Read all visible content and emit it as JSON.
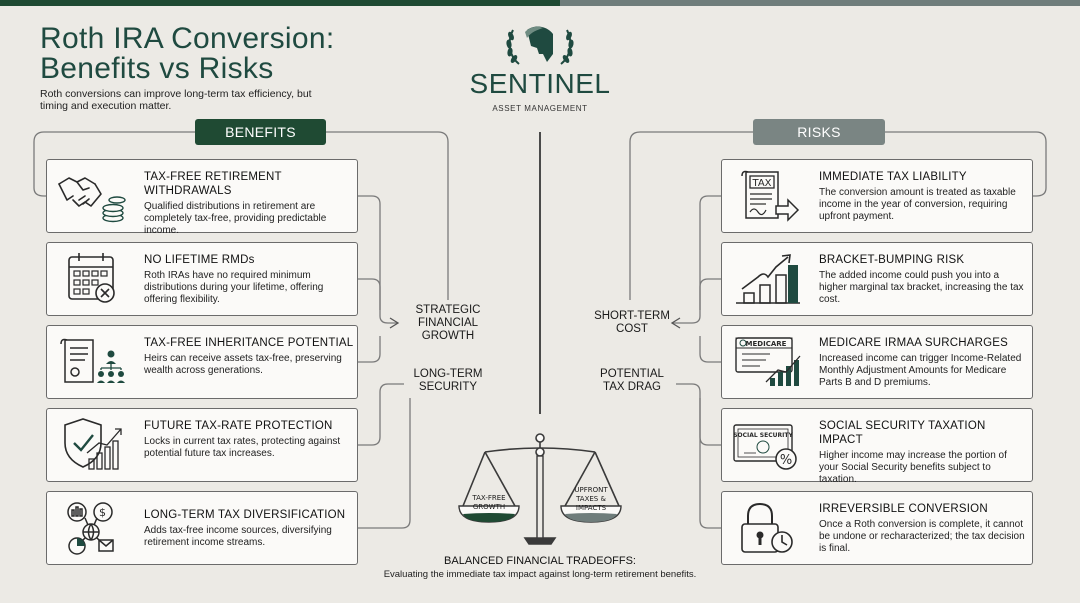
{
  "title_line1": "Roth IRA Conversion:",
  "title_line2": "Benefits vs Risks",
  "subtitle": "Roth conversions can improve long-term tax efficiency, but timing and execution matter.",
  "logo": {
    "name": "SENTINEL",
    "tagline": "ASSET MANAGEMENT"
  },
  "colors": {
    "accent_green": "#1f4a33",
    "risk_gray": "#7a8583",
    "background": "#eceae5"
  },
  "benefits": {
    "label": "BENEFITS",
    "items": [
      {
        "icon": "handshake-coins-icon",
        "heading": "TAX-FREE RETIREMENT WITHDRAWALS",
        "body": "Qualified distributions in retirement are completely tax-free, providing predictable income."
      },
      {
        "icon": "calendar-x-icon",
        "heading": "NO LIFETIME RMDs",
        "body": "Roth IRAs have no required minimum distributions during your lifetime, offering offering flexibility."
      },
      {
        "icon": "inheritance-tree-icon",
        "heading": "TAX-FREE INHERITANCE POTENTIAL",
        "body": "Heirs can receive assets tax-free, preserving wealth across generations."
      },
      {
        "icon": "shield-check-chart-icon",
        "heading": "FUTURE TAX-RATE PROTECTION",
        "body": "Locks in current tax rates, protecting against potential future tax increases."
      },
      {
        "icon": "diversification-icon",
        "heading": "LONG-TERM TAX DIVERSIFICATION",
        "body": "Adds tax-free income sources, diversifying retirement income streams."
      }
    ]
  },
  "risks": {
    "label": "RISKS",
    "items": [
      {
        "icon": "tax-document-icon",
        "heading": "IMMEDIATE TAX LIABILITY",
        "body": "The conversion amount is treated as taxable income in the year of conversion, requiring upfront payment."
      },
      {
        "icon": "bracket-bars-icon",
        "heading": "BRACKET-BUMPING RISK",
        "body": "The added income could push you into a higher marginal tax bracket, increasing the tax cost."
      },
      {
        "icon": "medicare-card-icon",
        "heading": "MEDICARE IRMAA SURCHARGES",
        "body": "Increased income can trigger Income-Related Monthly Adjustment Amounts for Medicare Parts B and D premiums."
      },
      {
        "icon": "social-security-card-icon",
        "heading": "SOCIAL SECURITY TAXATION IMPACT",
        "body": "Higher income may increase the portion of your Social Security benefits subject to taxation."
      },
      {
        "icon": "padlock-clock-icon",
        "heading": "IRREVERSIBLE CONVERSION",
        "body": "Once a Roth conversion is complete, it cannot be undone or recharacterized; the tax decision is final."
      }
    ]
  },
  "center_labels": {
    "strategic_line1": "STRATEGIC",
    "strategic_line2": "FINANCIAL",
    "strategic_line3": "GROWTH",
    "security_line1": "LONG-TERM",
    "security_line2": "SECURITY",
    "shortterm_line1": "SHORT-TERM",
    "shortterm_line2": "COST",
    "drag_line1": "POTENTIAL",
    "drag_line2": "TAX DRAG"
  },
  "scale": {
    "left_pan_line1": "TAX-FREE",
    "left_pan_line2": "GROWTH",
    "right_pan_line1": "UPFRONT",
    "right_pan_line2": "TAXES &",
    "right_pan_line3": "IMPACTS"
  },
  "footer": {
    "title": "BALANCED FINANCIAL TRADEOFFS:",
    "subtitle": "Evaluating the immediate tax impact against long-term retirement benefits."
  },
  "medicare_card_text": "MEDICARE",
  "social_security_card_text": "SOCIAL SECURITY",
  "tax_doc_text": "TAX"
}
